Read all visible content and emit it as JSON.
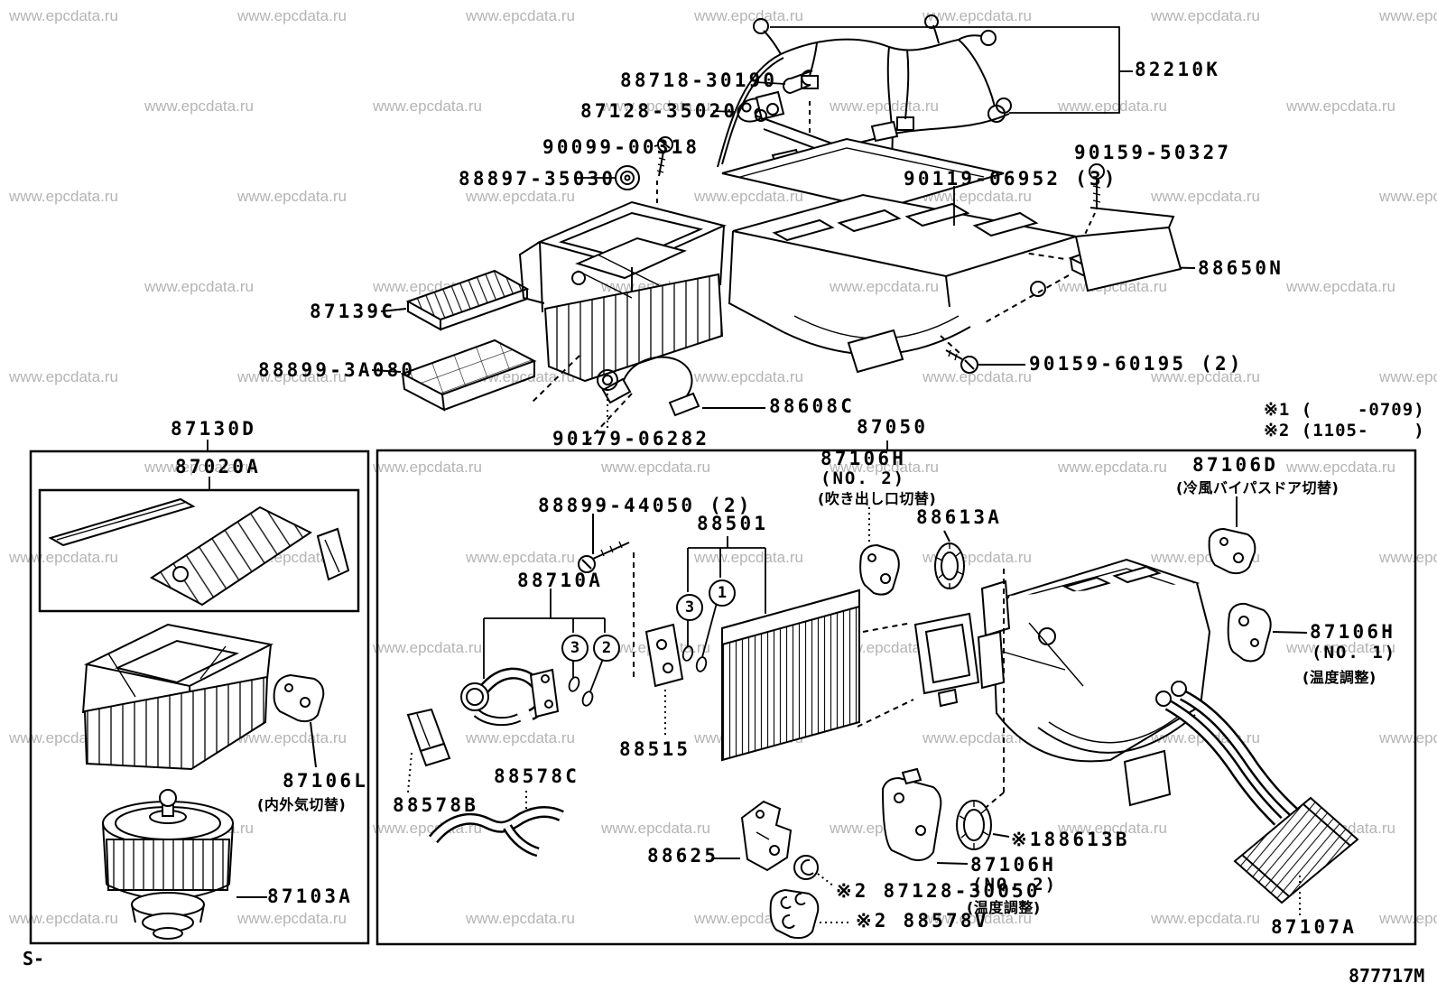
{
  "watermark": {
    "text": "www.epcdata.ru"
  },
  "footer": {
    "page_code": "S-",
    "drawing_number": "877717M"
  },
  "notes": {
    "note1": "※1 (    -0709)",
    "note2": "※2 (1105-    )"
  },
  "parts": {
    "harness": "82210K",
    "clamp": "88718-30190",
    "packing": "87128-35020",
    "screw_washer": "90099-00318",
    "grommet": "88897-35030",
    "screw_bind": "90119-06952 (3)",
    "screw_tapping": "90159-50327",
    "amplifier": "88650N",
    "filter": "87139C",
    "filter_case": "88899-3A080",
    "screw_60195": "90159-60195 (2)",
    "wire": "88608C",
    "nut": "90179-06282",
    "blower_unit": "87130D",
    "ac_unit": "87050",
    "damper": "87020A",
    "servo_intake": {
      "no": "87106L",
      "desc": "(内外気切替)"
    },
    "blower_motor": "87103A",
    "bolt_washer": "88899-44050 (2)",
    "evaporator": "88501",
    "pipe": "88710A",
    "servo_mode": {
      "no": "87106H",
      "sub": "(NO. 2)",
      "desc": "(吹き出し口切替)"
    },
    "ring": "88613A",
    "servo_bypass": {
      "no": "87106D",
      "desc": "(冷風バイパスドア切替)"
    },
    "servo_temp_no1": {
      "no": "87106H",
      "sub": "(NO. 1)",
      "desc": "(温度調整)"
    },
    "valve": "88515",
    "packing_b": "88578B",
    "hose": "88578C",
    "bracket": "88625",
    "grille": "※188613B",
    "servo_temp_no2": {
      "no": "87106H",
      "sub": "(NO. 2)",
      "desc": "(温度調整)"
    },
    "grommet_30050": "※2 87128-30050",
    "packing_v": "※2 88578V",
    "heater_core": "87107A"
  },
  "callouts": {
    "c1": "1",
    "c2": "2",
    "c3": "3"
  }
}
